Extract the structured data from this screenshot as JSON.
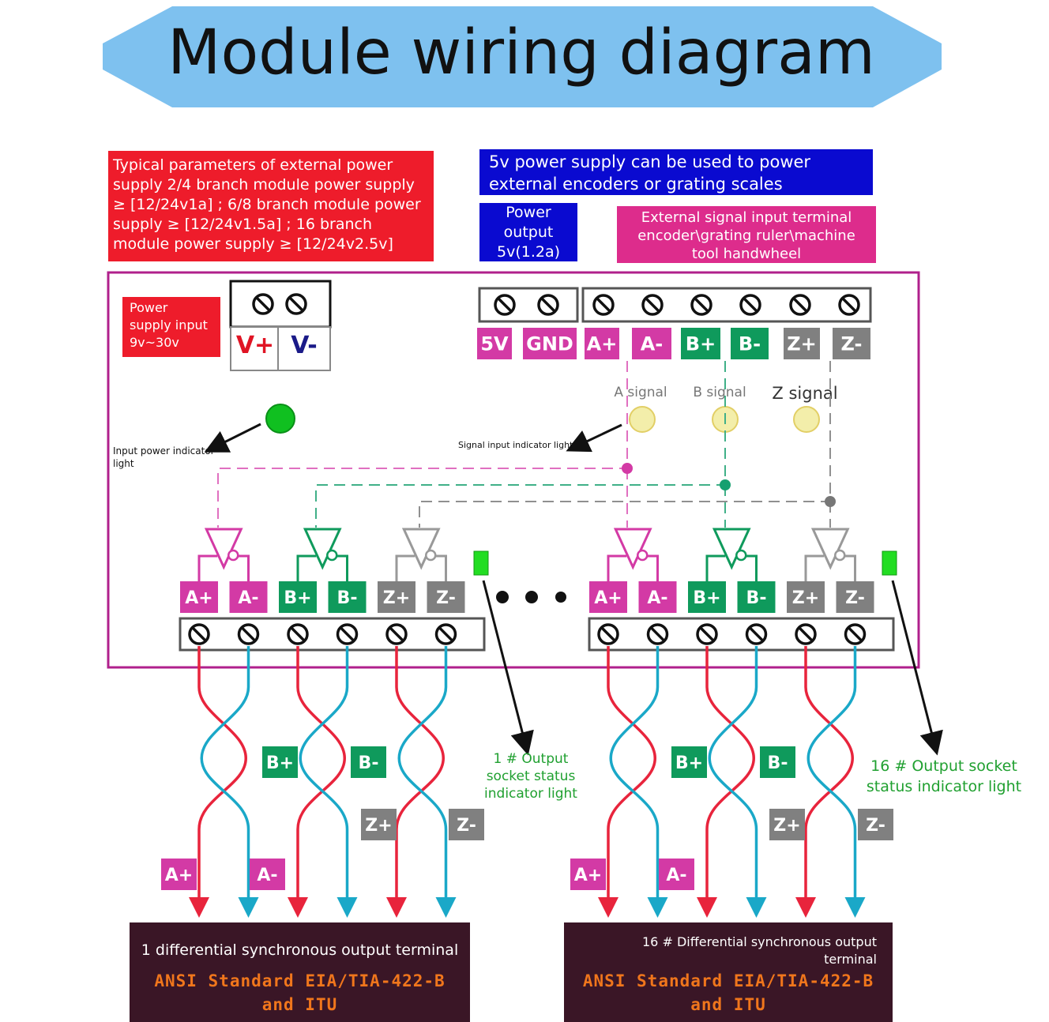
{
  "title": "Module wiring diagram",
  "power_note": "Typical parameters of external power supply 2/4 branch module power supply ≥ [12/24v1a] ; 6/8 branch module power supply ≥ [12/24v1.5a] ; 16 branch module power supply ≥ [12/24v2.5v]",
  "encoder_power_note": "5v power supply can be used to power external encoders or grating scales",
  "power_output": "Power output 5v(1.2a)",
  "external_input": "External signal input terminal encoder\\grating ruler\\machine tool handwheel",
  "power_input_label": "Power supply input 9v~30v",
  "v_plus": "V+",
  "v_minus": "V-",
  "input_terminal_labels": [
    "5V",
    "GND",
    "A+",
    "A-",
    "B+",
    "B-",
    "Z+",
    "Z-"
  ],
  "signal_labels": [
    "A signal",
    "B signal",
    "Z signal"
  ],
  "input_power_indicator": "Input power indicator light",
  "signal_input_indicator": "Signal input indicator light",
  "output_labels": [
    "A+",
    "A-",
    "B+",
    "B-",
    "Z+",
    "Z-"
  ],
  "output1_indicator": "1 # Output socket status indicator light",
  "output16_indicator": "16 # Output socket status indicator light",
  "terminal1_title": "1 differential synchronous output terminal",
  "terminal16_title": "16 # Differential synchronous output terminal",
  "standard_line1": "ANSI Standard EIA/TIA-422-B",
  "standard_line2": "and ITU",
  "colors": {
    "magenta": "#d33aa5",
    "green": "#0f9a5c",
    "gray": "#808080",
    "red_wire": "#e8243c",
    "cyan_wire": "#1aa8c8",
    "frame": "#b0208c",
    "banner": "#7ec1ef"
  }
}
